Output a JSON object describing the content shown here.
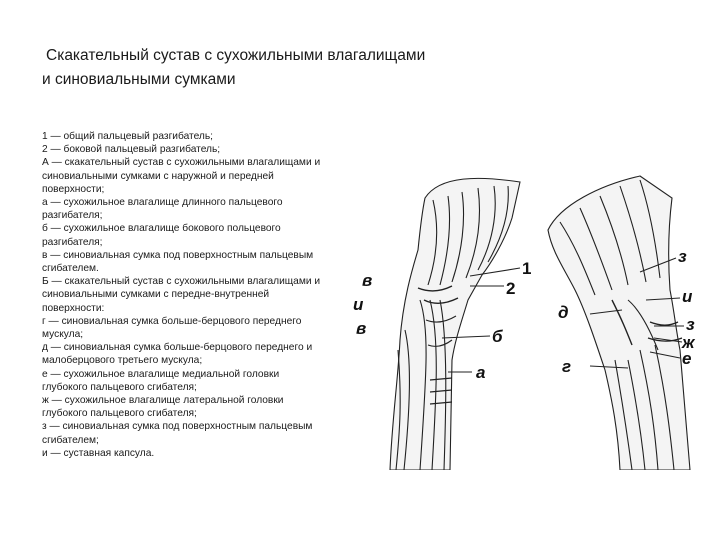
{
  "title": {
    "line1": "Скакательный сустав с сухожильными влагалищами",
    "line2": "и синовиальными сумками"
  },
  "legend": [
    "1 — общий пальцевый разгибатель;",
    "2 — боковой пальцевый разгибатель;",
    "А — скакательный сустав с сухожильными влагалищами и синовиальными сумками с наружной и передней поверхности;",
    "а — сухожильное влагалище длинного пальцевого разгибателя;",
    "б — сухожильное влагалище бокового польцевого разгибателя;",
    "в — синовиальная сумка под поверхностным пальцевым сгибателем.",
    "Б — скакательный сустав с сухожильными влагалищами и синовиальными сумками с передне-внутренней поверхности:",
    "г — синовиальная сумка больше-берцового переднего мускула;",
    "д — синовиальная сумка больше-берцового переднего и малоберцового третьего мускула;",
    "е — сухожильное влагалище медиальной головки глубокого пальцевого сгибателя;",
    "ж — сухожильное влагалище латеральной головки глубокого пальцевого сгибателя;",
    "з — синовиальная сумка под поверхностным пальцевым сгибателем;",
    "и — суставная капсула."
  ],
  "figure_labels": {
    "left": {
      "v_top": "в",
      "i": "и",
      "v_bottom": "в",
      "one": "1",
      "two": "2",
      "b": "б",
      "a": "а"
    },
    "right": {
      "z_top": "з",
      "d": "д",
      "i": "и",
      "z_mid": "з",
      "zh": "ж",
      "e": "е",
      "g": "г"
    }
  }
}
